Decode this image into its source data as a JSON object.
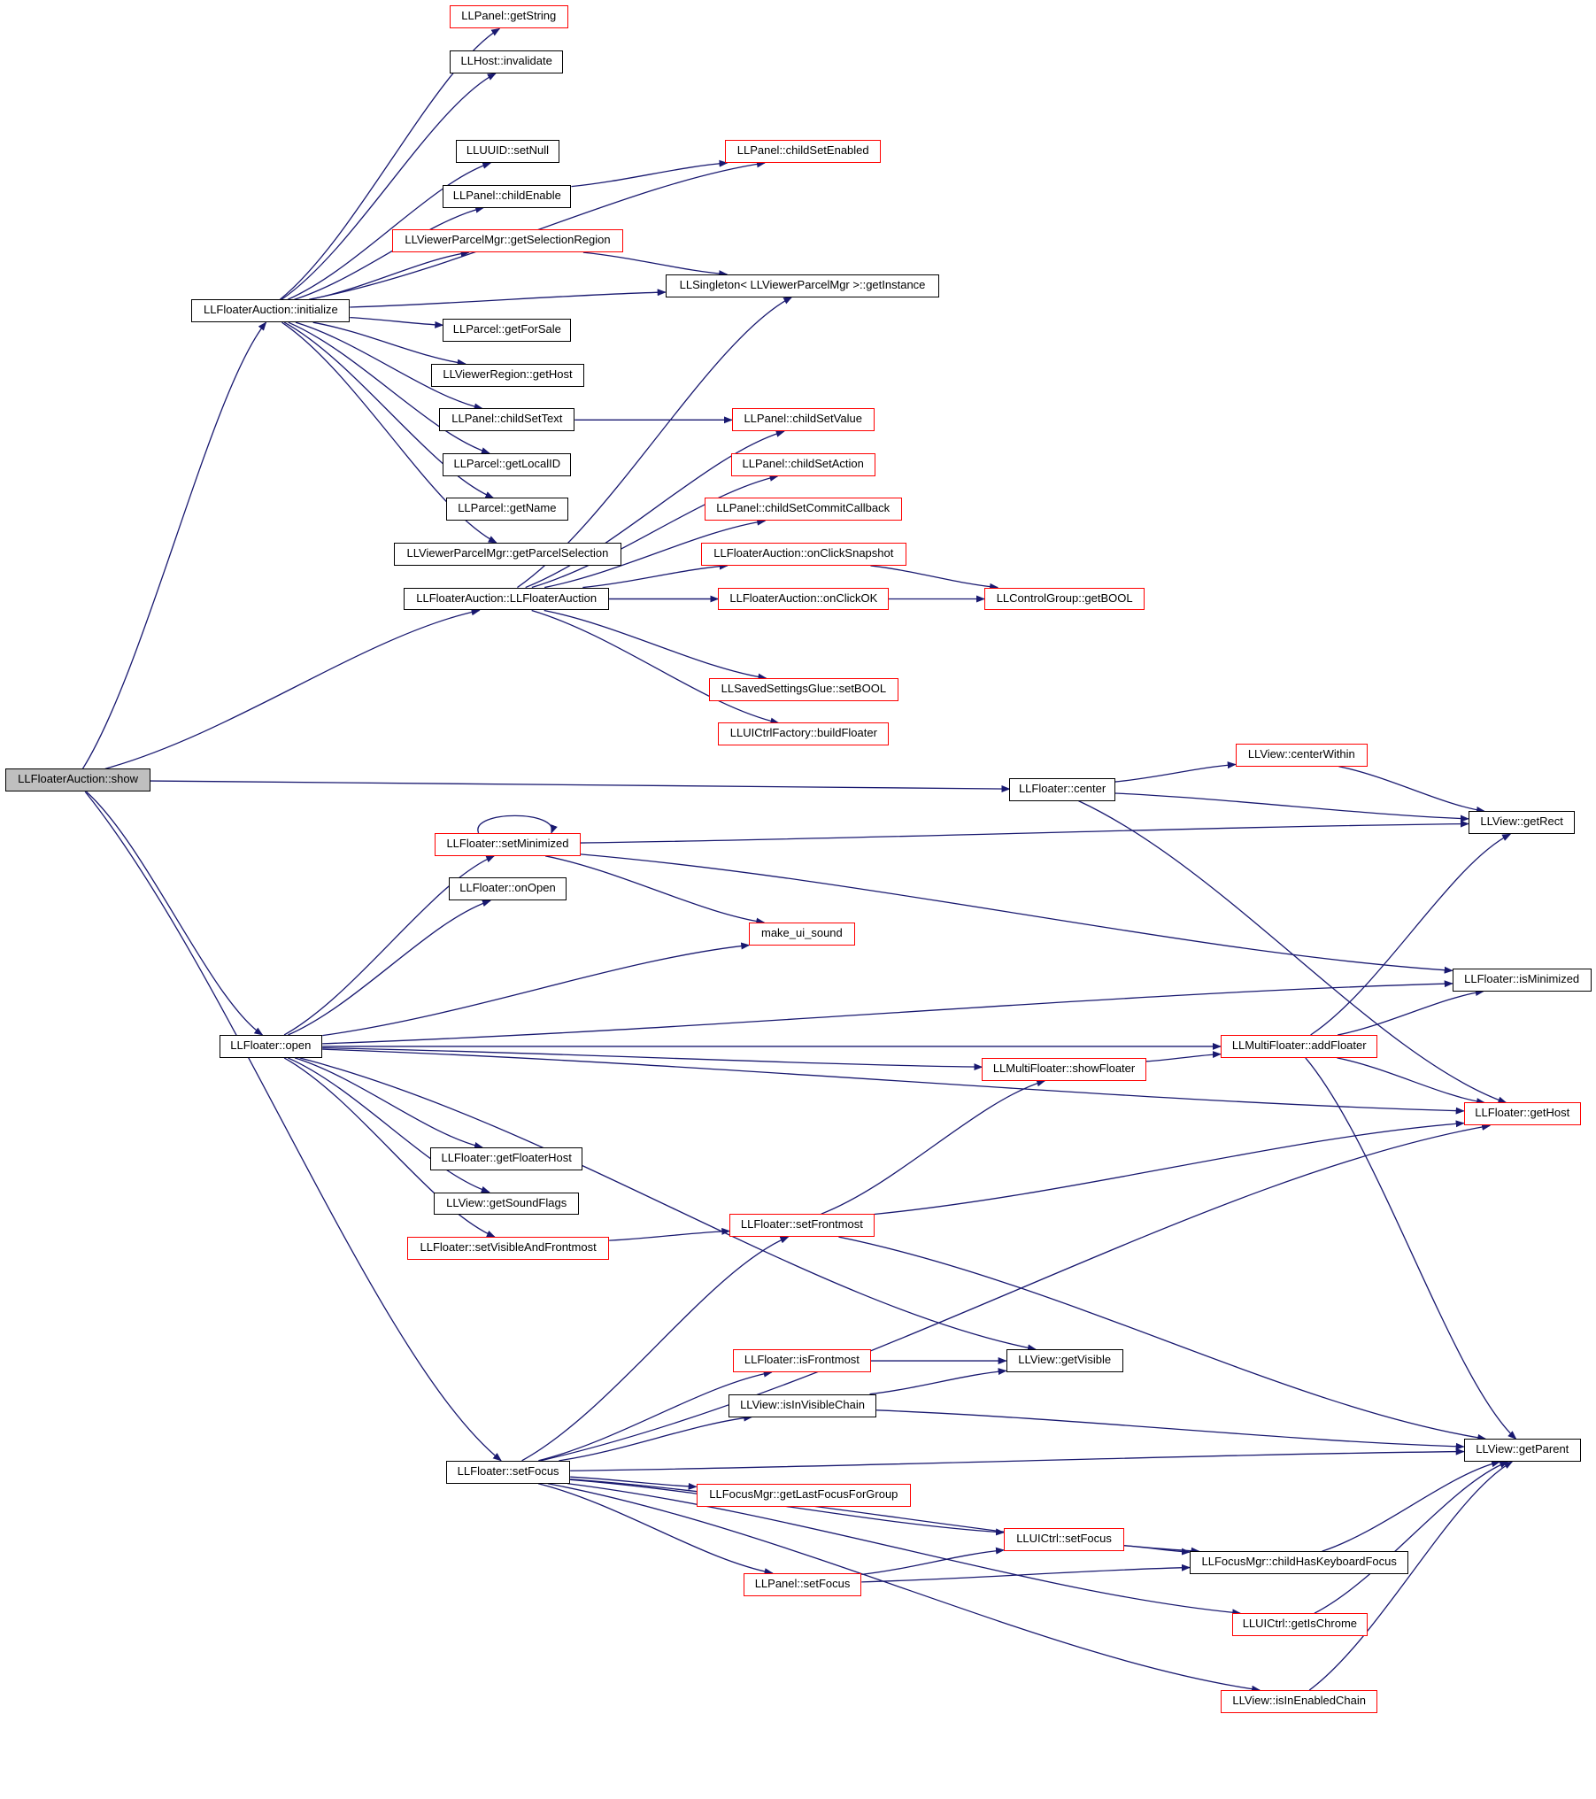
{
  "colors": {
    "edge": "#191970",
    "black_border": "#000000",
    "red_border": "#ff0000",
    "root_fill": "#bfbfbf"
  },
  "nodes": [
    {
      "id": "show",
      "label": "LLFloaterAuction::show",
      "style": "root"
    },
    {
      "id": "initialize",
      "label": "LLFloaterAuction::initialize",
      "style": "black"
    },
    {
      "id": "getString",
      "label": "LLPanel::getString",
      "style": "red"
    },
    {
      "id": "invalidate",
      "label": "LLHost::invalidate",
      "style": "black"
    },
    {
      "id": "childSetEnabled",
      "label": "LLPanel::childSetEnabled",
      "style": "red"
    },
    {
      "id": "setNull",
      "label": "LLUUID::setNull",
      "style": "black"
    },
    {
      "id": "childEnable",
      "label": "LLPanel::childEnable",
      "style": "black"
    },
    {
      "id": "getSelectionRegion",
      "label": "LLViewerParcelMgr::getSelectionRegion",
      "style": "red"
    },
    {
      "id": "getInstance",
      "label": "LLSingleton< LLViewerParcelMgr >::getInstance",
      "style": "black"
    },
    {
      "id": "getForSale",
      "label": "LLParcel::getForSale",
      "style": "black"
    },
    {
      "id": "regionGetHost",
      "label": "LLViewerRegion::getHost",
      "style": "black"
    },
    {
      "id": "childSetText",
      "label": "LLPanel::childSetText",
      "style": "black"
    },
    {
      "id": "childSetValue",
      "label": "LLPanel::childSetValue",
      "style": "red"
    },
    {
      "id": "getLocalID",
      "label": "LLParcel::getLocalID",
      "style": "black"
    },
    {
      "id": "childSetAction",
      "label": "LLPanel::childSetAction",
      "style": "red"
    },
    {
      "id": "getName",
      "label": "LLParcel::getName",
      "style": "black"
    },
    {
      "id": "childSetCommitCallback",
      "label": "LLPanel::childSetCommitCallback",
      "style": "red"
    },
    {
      "id": "getParcelSelection",
      "label": "LLViewerParcelMgr::getParcelSelection",
      "style": "black"
    },
    {
      "id": "onClickSnapshot",
      "label": "LLFloaterAuction::onClickSnapshot",
      "style": "red"
    },
    {
      "id": "ctor",
      "label": "LLFloaterAuction::LLFloaterAuction",
      "style": "black"
    },
    {
      "id": "onClickOK",
      "label": "LLFloaterAuction::onClickOK",
      "style": "red"
    },
    {
      "id": "getBOOL",
      "label": "LLControlGroup::getBOOL",
      "style": "red"
    },
    {
      "id": "setBOOL",
      "label": "LLSavedSettingsGlue::setBOOL",
      "style": "red"
    },
    {
      "id": "buildFloater",
      "label": "LLUICtrlFactory::buildFloater",
      "style": "red"
    },
    {
      "id": "centerWithin",
      "label": "LLView::centerWithin",
      "style": "red"
    },
    {
      "id": "center",
      "label": "LLFloater::center",
      "style": "black"
    },
    {
      "id": "getRect",
      "label": "LLView::getRect",
      "style": "black"
    },
    {
      "id": "setMinimized",
      "label": "LLFloater::setMinimized",
      "style": "red"
    },
    {
      "id": "onOpen",
      "label": "LLFloater::onOpen",
      "style": "black"
    },
    {
      "id": "makeUiSound",
      "label": "make_ui_sound",
      "style": "red"
    },
    {
      "id": "isMinimized",
      "label": "LLFloater::isMinimized",
      "style": "black"
    },
    {
      "id": "open",
      "label": "LLFloater::open",
      "style": "black"
    },
    {
      "id": "addFloater",
      "label": "LLMultiFloater::addFloater",
      "style": "red"
    },
    {
      "id": "showFloater",
      "label": "LLMultiFloater::showFloater",
      "style": "red"
    },
    {
      "id": "floaterGetHost",
      "label": "LLFloater::getHost",
      "style": "red"
    },
    {
      "id": "getFloaterHost",
      "label": "LLFloater::getFloaterHost",
      "style": "black"
    },
    {
      "id": "getSoundFlags",
      "label": "LLView::getSoundFlags",
      "style": "black"
    },
    {
      "id": "setFrontmost",
      "label": "LLFloater::setFrontmost",
      "style": "red"
    },
    {
      "id": "setVisibleAndFrontmost",
      "label": "LLFloater::setVisibleAndFrontmost",
      "style": "red"
    },
    {
      "id": "isFrontmost",
      "label": "LLFloater::isFrontmost",
      "style": "red"
    },
    {
      "id": "getVisible",
      "label": "LLView::getVisible",
      "style": "black"
    },
    {
      "id": "isInVisibleChain",
      "label": "LLView::isInVisibleChain",
      "style": "black"
    },
    {
      "id": "setFocus",
      "label": "LLFloater::setFocus",
      "style": "black"
    },
    {
      "id": "getParent",
      "label": "LLView::getParent",
      "style": "black"
    },
    {
      "id": "getLastFocusForGroup",
      "label": "LLFocusMgr::getLastFocusForGroup",
      "style": "red"
    },
    {
      "id": "uiSetFocus",
      "label": "LLUICtrl::setFocus",
      "style": "red"
    },
    {
      "id": "childHasKeyboardFocus",
      "label": "LLFocusMgr::childHasKeyboardFocus",
      "style": "black"
    },
    {
      "id": "panelSetFocus",
      "label": "LLPanel::setFocus",
      "style": "red"
    },
    {
      "id": "getIsChrome",
      "label": "LLUICtrl::getIsChrome",
      "style": "red"
    },
    {
      "id": "isInEnabledChain",
      "label": "LLView::isInEnabledChain",
      "style": "red"
    }
  ],
  "edges": [
    [
      "show",
      "initialize"
    ],
    [
      "show",
      "ctor"
    ],
    [
      "show",
      "center"
    ],
    [
      "show",
      "open"
    ],
    [
      "show",
      "setFocus"
    ],
    [
      "initialize",
      "getString"
    ],
    [
      "initialize",
      "invalidate"
    ],
    [
      "initialize",
      "childSetEnabled"
    ],
    [
      "initialize",
      "setNull"
    ],
    [
      "initialize",
      "childEnable"
    ],
    [
      "initialize",
      "getSelectionRegion"
    ],
    [
      "initialize",
      "getInstance"
    ],
    [
      "initialize",
      "getForSale"
    ],
    [
      "initialize",
      "regionGetHost"
    ],
    [
      "initialize",
      "childSetText"
    ],
    [
      "initialize",
      "getLocalID"
    ],
    [
      "initialize",
      "getName"
    ],
    [
      "initialize",
      "getParcelSelection"
    ],
    [
      "childEnable",
      "childSetEnabled"
    ],
    [
      "getSelectionRegion",
      "getInstance"
    ],
    [
      "childSetText",
      "childSetValue"
    ],
    [
      "ctor",
      "getInstance"
    ],
    [
      "ctor",
      "childSetValue"
    ],
    [
      "ctor",
      "childSetAction"
    ],
    [
      "ctor",
      "childSetCommitCallback"
    ],
    [
      "ctor",
      "onClickSnapshot"
    ],
    [
      "ctor",
      "onClickOK"
    ],
    [
      "ctor",
      "getBOOL"
    ],
    [
      "ctor",
      "setBOOL"
    ],
    [
      "ctor",
      "buildFloater"
    ],
    [
      "onClickSnapshot",
      "getBOOL"
    ],
    [
      "center",
      "centerWithin"
    ],
    [
      "center",
      "getRect"
    ],
    [
      "center",
      "floaterGetHost"
    ],
    [
      "centerWithin",
      "getRect"
    ],
    [
      "setMinimized",
      "setMinimized"
    ],
    [
      "setMinimized",
      "getRect"
    ],
    [
      "setMinimized",
      "makeUiSound"
    ],
    [
      "setMinimized",
      "isMinimized"
    ],
    [
      "open",
      "setMinimized"
    ],
    [
      "open",
      "onOpen"
    ],
    [
      "open",
      "makeUiSound"
    ],
    [
      "open",
      "isMinimized"
    ],
    [
      "open",
      "addFloater"
    ],
    [
      "open",
      "showFloater"
    ],
    [
      "open",
      "floaterGetHost"
    ],
    [
      "open",
      "getFloaterHost"
    ],
    [
      "open",
      "getSoundFlags"
    ],
    [
      "open",
      "setVisibleAndFrontmost"
    ],
    [
      "open",
      "getVisible"
    ],
    [
      "showFloater",
      "addFloater"
    ],
    [
      "addFloater",
      "getRect"
    ],
    [
      "addFloater",
      "isMinimized"
    ],
    [
      "addFloater",
      "floaterGetHost"
    ],
    [
      "addFloater",
      "getParent"
    ],
    [
      "setVisibleAndFrontmost",
      "setFrontmost"
    ],
    [
      "setFrontmost",
      "showFloater"
    ],
    [
      "setFrontmost",
      "floaterGetHost"
    ],
    [
      "setFrontmost",
      "getParent"
    ],
    [
      "isFrontmost",
      "getVisible"
    ],
    [
      "isInVisibleChain",
      "getVisible"
    ],
    [
      "isInVisibleChain",
      "getParent"
    ],
    [
      "setFocus",
      "setFrontmost"
    ],
    [
      "setFocus",
      "floaterGetHost"
    ],
    [
      "setFocus",
      "isFrontmost"
    ],
    [
      "setFocus",
      "isInVisibleChain"
    ],
    [
      "setFocus",
      "getParent"
    ],
    [
      "setFocus",
      "getLastFocusForGroup"
    ],
    [
      "setFocus",
      "uiSetFocus"
    ],
    [
      "setFocus",
      "panelSetFocus"
    ],
    [
      "setFocus",
      "childHasKeyboardFocus"
    ],
    [
      "setFocus",
      "getIsChrome"
    ],
    [
      "setFocus",
      "isInEnabledChain"
    ],
    [
      "uiSetFocus",
      "childHasKeyboardFocus"
    ],
    [
      "panelSetFocus",
      "uiSetFocus"
    ],
    [
      "panelSetFocus",
      "childHasKeyboardFocus"
    ],
    [
      "childHasKeyboardFocus",
      "getParent"
    ],
    [
      "getIsChrome",
      "getParent"
    ],
    [
      "isInEnabledChain",
      "getParent"
    ]
  ]
}
